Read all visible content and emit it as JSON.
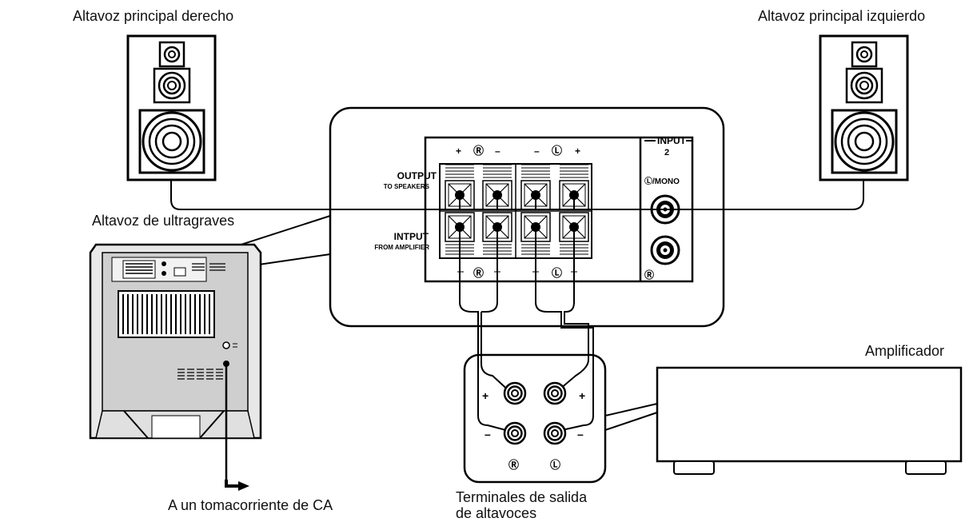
{
  "labels": {
    "right_speaker": "Altavoz principal derecho",
    "left_speaker": "Altavoz principal izquierdo",
    "subwoofer": "Altavoz de ultragraves",
    "amplifier": "Amplificador",
    "ac_outlet": "A un tomacorriente de CA",
    "terminals_line1": "Terminales de  salida",
    "terminals_line2": "de altavoces"
  },
  "panel": {
    "output_title": "OUTPUT",
    "output_sub": "TO SPEAKERS",
    "input_title": "INTPUT",
    "input_sub": "FROM AMPLIFIER",
    "input2_title": "INPUT",
    "input2_num": "2",
    "mono_label": "Ⓛ/MONO",
    "r_mark": "Ⓡ",
    "l_mark": "Ⓛ",
    "plus": "+",
    "minus": "–"
  },
  "amp_terminals": {
    "plus": "+",
    "minus": "–",
    "r_mark": "Ⓡ",
    "l_mark": "Ⓛ"
  }
}
